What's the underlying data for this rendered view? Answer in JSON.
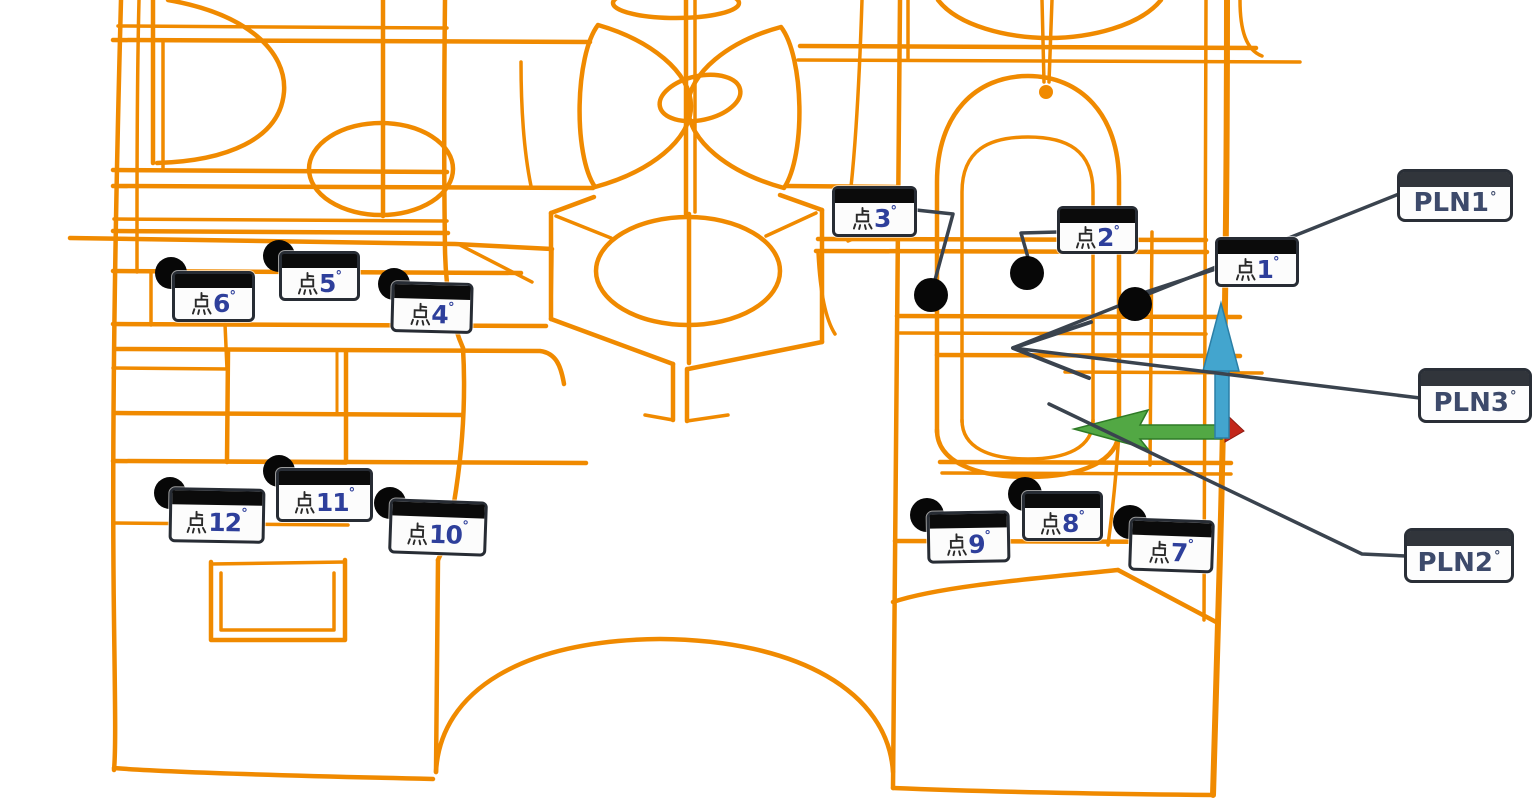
{
  "viewport": {
    "type": "3d-cad-measurement-view",
    "background_color": "#FFFFFF",
    "wireframe_color": "#F08A00",
    "leader_color": "#3A434E",
    "marker_color": "#0A0A0A"
  },
  "label_style": {
    "point_header_color": "#0B0B0B",
    "plane_header_color": "#31353B",
    "point_number_color": "#2E3F9B",
    "plane_text_color": "#3D4A6B"
  },
  "point_labels": [
    {
      "label": "点1°",
      "char": "点",
      "num": "1",
      "deg": "°"
    },
    {
      "label": "点2°",
      "char": "点",
      "num": "2",
      "deg": "°"
    },
    {
      "label": "点3°",
      "char": "点",
      "num": "3",
      "deg": "°"
    },
    {
      "label": "点4°",
      "char": "点",
      "num": "4",
      "deg": "°"
    },
    {
      "label": "点5°",
      "char": "点",
      "num": "5",
      "deg": "°"
    },
    {
      "label": "点6°",
      "char": "点",
      "num": "6",
      "deg": "°"
    },
    {
      "label": "点7°",
      "char": "点",
      "num": "7",
      "deg": "°"
    },
    {
      "label": "点8°",
      "char": "点",
      "num": "8",
      "deg": "°"
    },
    {
      "label": "点9°",
      "char": "点",
      "num": "9",
      "deg": "°"
    },
    {
      "label": "点10°",
      "char": "点",
      "num": "10",
      "deg": "°"
    },
    {
      "label": "点11°",
      "char": "点",
      "num": "11",
      "deg": "°"
    },
    {
      "label": "点12°",
      "char": "点",
      "num": "12",
      "deg": "°"
    }
  ],
  "plane_labels": [
    {
      "label": "PLN1°",
      "text": "PLN1",
      "deg": "°"
    },
    {
      "label": "PLN3°",
      "text": "PLN3",
      "deg": "°"
    },
    {
      "label": "PLN2°",
      "text": "PLN2",
      "deg": "°"
    }
  ],
  "axis_triad": {
    "up_arrow_color": "#43A5CE",
    "left_arrow_color": "#52A844",
    "origin_marker_color": "#C3261A"
  }
}
